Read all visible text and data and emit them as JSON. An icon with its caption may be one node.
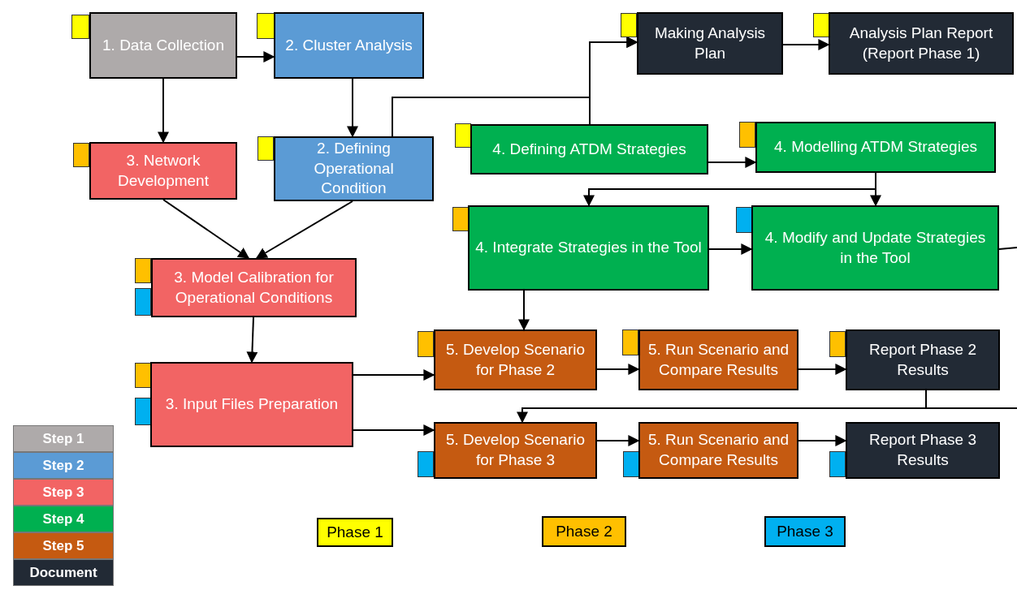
{
  "diagram": {
    "nodes": [
      {
        "text": [
          "1. Data Collection"
        ]
      },
      {
        "text": [
          "2. Cluster Analysis"
        ]
      },
      {
        "text": [
          "Making Analysis Plan"
        ]
      },
      {
        "text": [
          "Analysis Plan Report (Report Phase 1)"
        ]
      },
      {
        "text": [
          "3. Network Development"
        ]
      },
      {
        "text": [
          "2. Defining Operational Condition"
        ]
      },
      {
        "text": [
          "4. Defining ATDM Strategies"
        ]
      },
      {
        "text": [
          "4. Modelling ATDM Strategies"
        ]
      },
      {
        "text": [
          "4. Integrate Strategies in the Tool"
        ]
      },
      {
        "text": [
          "4. Modify and Update Strategies in the Tool"
        ]
      },
      {
        "text": [
          "3. Model Calibration for Operational Conditions"
        ]
      },
      {
        "text": [
          "3. Input Files Preparation"
        ]
      },
      {
        "text": [
          "5. Develop Scenario for Phase 2"
        ]
      },
      {
        "text": [
          "5. Run Scenario and Compare Results"
        ]
      },
      {
        "text": [
          "Report Phase 2 Results"
        ]
      },
      {
        "text": [
          "5. Develop Scenario for Phase 3"
        ]
      },
      {
        "text": [
          "5. Run Scenario and Compare Results"
        ]
      },
      {
        "text": [
          "Report Phase 3 Results"
        ]
      }
    ],
    "edges": [
      {
        "from": 0,
        "to": 1,
        "arrow": "to"
      },
      {
        "from": 0,
        "to": 4,
        "arrow": "to"
      },
      {
        "from": 1,
        "to": 5,
        "arrow": "to"
      },
      {
        "from": 5,
        "to": 2,
        "arrow": "to"
      },
      {
        "from": 6,
        "to": 2,
        "arrow": "to"
      },
      {
        "from": 2,
        "to": 3,
        "arrow": "to"
      },
      {
        "from": 6,
        "to": 7,
        "arrow": "to"
      },
      {
        "from": 7,
        "to": 8,
        "arrow": "to"
      },
      {
        "from": 7,
        "to": 9,
        "arrow": "to"
      },
      {
        "from": 8,
        "to": 9,
        "arrow": "to"
      },
      {
        "from": 9,
        "to": null,
        "arrow": "none"
      },
      {
        "from": 4,
        "to": 10,
        "arrow": "to"
      },
      {
        "from": 5,
        "to": 10,
        "arrow": "to"
      },
      {
        "from": 10,
        "to": 11,
        "arrow": "to"
      },
      {
        "from": 8,
        "to": 12,
        "arrow": "to"
      },
      {
        "from": 11,
        "to": 12,
        "arrow": "to"
      },
      {
        "from": 11,
        "to": 15,
        "arrow": "to"
      },
      {
        "from": 12,
        "to": 13,
        "arrow": "to"
      },
      {
        "from": 13,
        "to": 14,
        "arrow": "to"
      },
      {
        "from": 14,
        "to": 15,
        "arrow": "to"
      },
      {
        "from": 14,
        "to": null,
        "arrow": "none"
      },
      {
        "from": 15,
        "to": 16,
        "arrow": "to"
      },
      {
        "from": 16,
        "to": 17,
        "arrow": "to"
      }
    ],
    "legend": [
      {
        "text": "Step 1",
        "color": "#aeaaaa"
      },
      {
        "text": "Step 2",
        "color": "#5b9bd5"
      },
      {
        "text": "Step 3",
        "color": "#f26464"
      },
      {
        "text": "Step 4",
        "color": "#00b050"
      },
      {
        "text": "Step 5",
        "color": "#c55a11"
      },
      {
        "text": "Document",
        "color": "#222a35"
      },
      {
        "text": "Phase 1",
        "color": "#ffff00"
      },
      {
        "text": "Phase 2",
        "color": "#ffc000"
      },
      {
        "text": "Phase 3",
        "color": "#00b0f0"
      }
    ]
  }
}
